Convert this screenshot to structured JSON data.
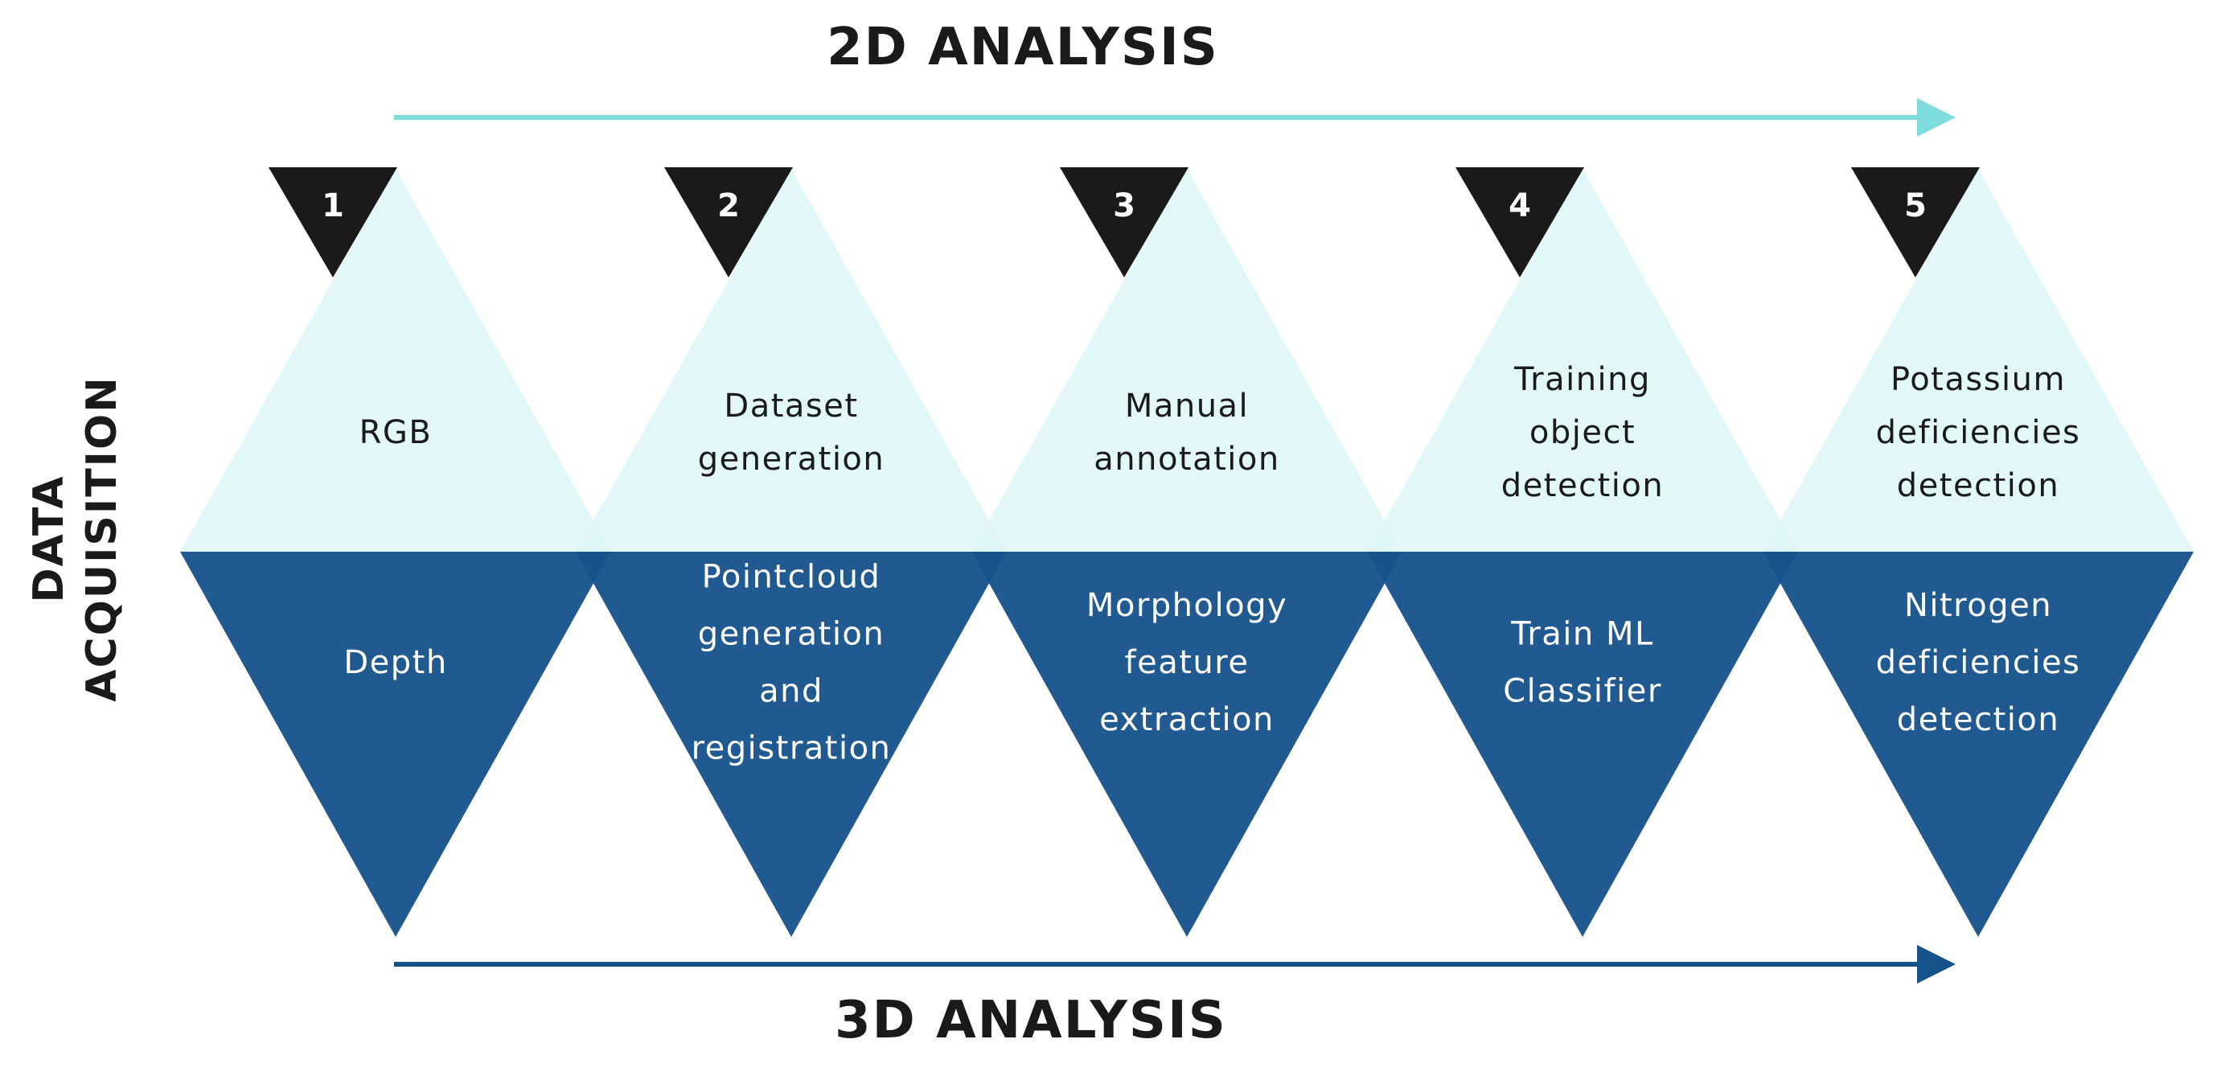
{
  "headings": {
    "top": "2D ANALYSIS",
    "bottom": "3D ANALYSIS",
    "side_line1": "DATA",
    "side_line2": "ACQUISITION"
  },
  "colors": {
    "light_fill": "#dff6f6",
    "dark_fill": "#17538b",
    "badge_fill": "#1a1a1a",
    "arrow_top": "#7fdcdc",
    "arrow_bottom": "#17538b",
    "light_text": "#1a1a1a",
    "dark_text": "#ffffff"
  },
  "steps": [
    {
      "number": "1",
      "top_lines": [
        "RGB"
      ],
      "bottom_lines": [
        "Depth"
      ]
    },
    {
      "number": "2",
      "top_lines": [
        "Dataset",
        "generation"
      ],
      "bottom_lines": [
        "Pointcloud",
        "generation",
        "and",
        "registration"
      ]
    },
    {
      "number": "3",
      "top_lines": [
        "Manual",
        "annotation"
      ],
      "bottom_lines": [
        "Morphology",
        "feature",
        "extraction"
      ]
    },
    {
      "number": "4",
      "top_lines": [
        "Training",
        "object",
        "detection"
      ],
      "bottom_lines": [
        "Train ML",
        "Classifier"
      ]
    },
    {
      "number": "5",
      "top_lines": [
        "Potassium",
        "deficiencies",
        "detection"
      ],
      "bottom_lines": [
        "Nitrogen",
        "deficiencies",
        "detection"
      ]
    }
  ]
}
